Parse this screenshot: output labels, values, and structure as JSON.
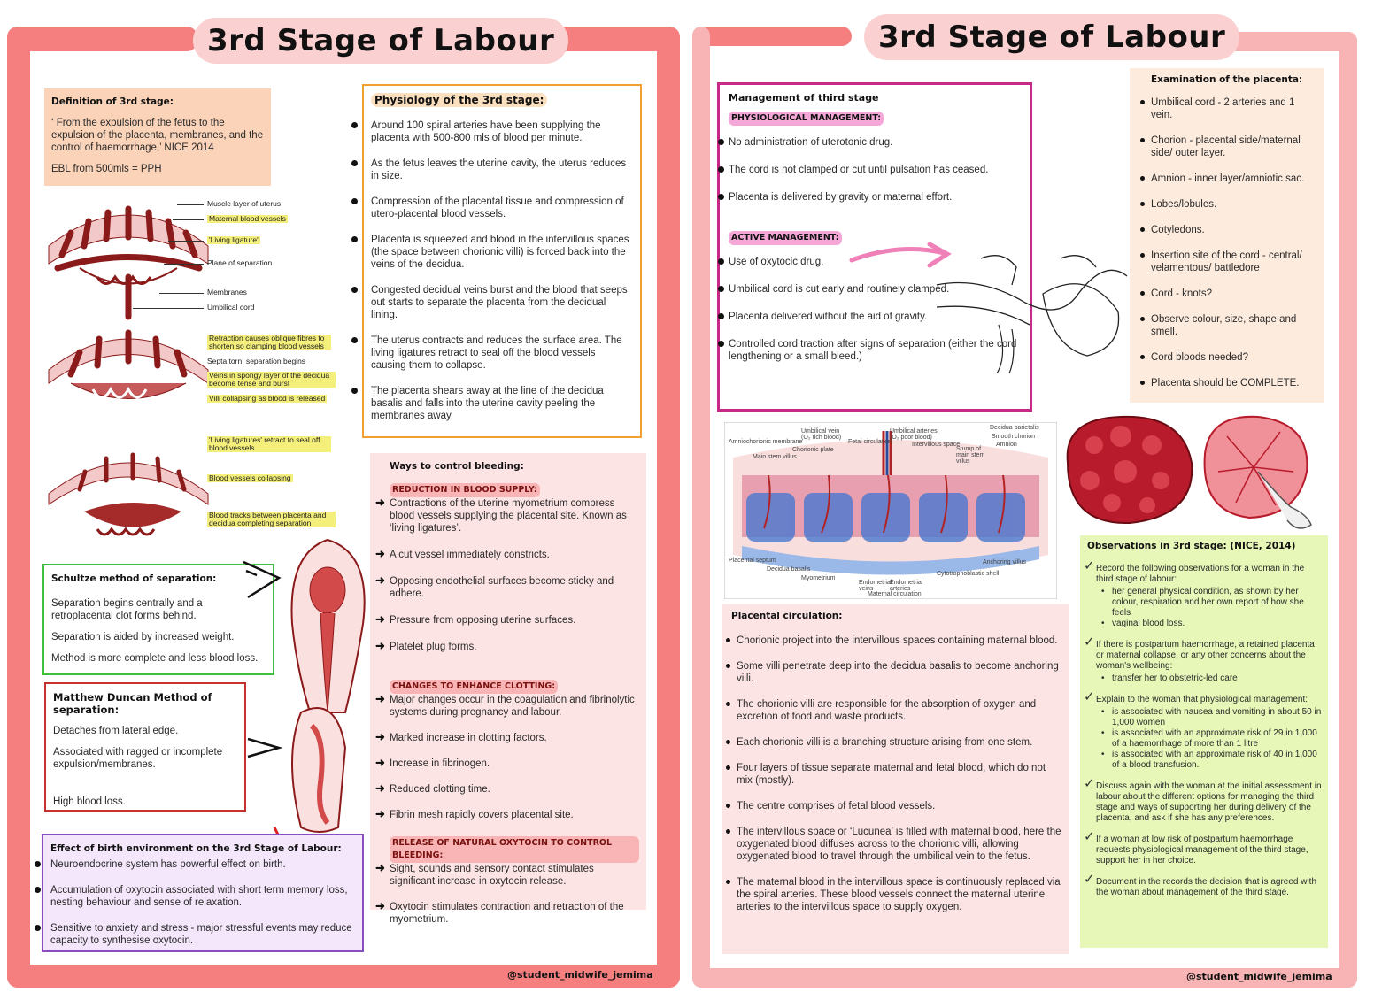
{
  "left": {
    "title": "3rd Stage of Labour",
    "definition": {
      "heading": "Definition of 3rd stage:",
      "quote": "‘ From the expulsion of the fetus to the expulsion of the placenta, membranes,  and the control of haemorrhage.’ NICE 2014",
      "ebl": "EBL from 500mls = PPH"
    },
    "diagram_labels": {
      "muscle": "Muscle layer of uterus",
      "maternal": "Maternal blood vessels",
      "living": "'Living ligature'",
      "plane": "Plane of separation",
      "membranes": "Membranes",
      "cord": "Umbilical cord",
      "retraction": "Retraction causes oblique fibres to shorten so clamping blood vessels",
      "septa": "Septa torn, separation begins",
      "veins": "Veins in spongy layer of the decidua become tense and burst",
      "villi": "Villi collapsing as blood is released",
      "ligatures_retract": "'Living ligatures' retract to seal off blood vessels",
      "collapsing": "Blood vessels collapsing",
      "tracks": "Blood tracks between placenta and decidua completing separation"
    },
    "physiology": {
      "heading": "Physiology of the 3rd stage:",
      "items": [
        "Around 100 spiral arteries have been supplying the placenta with 500-800 mls of blood per minute.",
        "As the fetus leaves the uterine cavity, the uterus reduces in size.",
        "Compression of the placental tissue and compression of utero-placental blood vessels.",
        "Placenta is squeezed and blood in the intervillous spaces (the space between chorionic villi) is forced back into the veins of the decidua.",
        "Congested decidual veins burst and the blood that seeps out starts to separate the placenta from the decidual lining.",
        "The uterus contracts and reduces the surface area. The living ligatures retract to seal off the blood vessels causing them to collapse.",
        "The placenta shears away at the line of the decidua basalis and falls into the uterine cavity peeling the membranes away."
      ]
    },
    "schultze": {
      "heading": "Schultze method of separation:",
      "items": [
        "Separation begins centrally and a retroplacental clot forms behind.",
        "Separation is aided by increased weight.",
        "Method is more complete and less blood loss."
      ]
    },
    "duncan": {
      "heading": "Matthew Duncan Method of separation:",
      "items": [
        "Detaches from lateral edge.",
        "Associated with ragged or incomplete expulsion/membranes.",
        "High blood loss."
      ]
    },
    "environment": {
      "heading": "Effect of birth environment on the 3rd Stage of Labour:",
      "items": [
        "Neuroendocrine system has powerful effect on birth.",
        "Accumulation of oxytocin associated with short term memory loss, nesting behaviour and sense of relaxation.",
        "Sensitive to anxiety and stress - major stressful events may reduce capacity to synthesise oxytocin."
      ]
    },
    "bleeding": {
      "heading": "Ways to control bleeding:",
      "reduction_heading": "REDUCTION IN BLOOD SUPPLY:",
      "reduction_items": [
        "Contractions of the uterine myometrium compress blood vessels supplying the placental site. Known as ‘living ligatures’.",
        "A cut vessel immediately constricts.",
        "Opposing endothelial surfaces become sticky and adhere.",
        "Pressure from opposing uterine surfaces.",
        "Platelet plug forms."
      ],
      "clotting_heading": "CHANGES TO ENHANCE CLOTTING:",
      "clotting_items": [
        "Major changes occur in the coagulation and fibrinolytic systems during pregnancy and labour.",
        "Marked increase in clotting factors.",
        "Increase in fibrinogen.",
        "Reduced clotting time.",
        "Fibrin mesh rapidly covers placental site."
      ],
      "oxytocin_heading": "RELEASE OF NATURAL OXYTOCIN TO CONTROL BLEEDING:",
      "oxytocin_items": [
        "Sight, sounds and sensory contact stimulates significant increase in oxytocin release.",
        "Oxytocin stimulates contraction and retraction of the myometrium."
      ]
    },
    "handle": "@student_midwife_jemima"
  },
  "right": {
    "title": "3rd Stage of Labour",
    "management": {
      "heading": "Management of third stage",
      "physio_heading": "PHYSIOLOGICAL MANAGEMENT:",
      "physio_items": [
        "No administration of uterotonic drug.",
        "The cord is not clamped or cut until pulsation has ceased.",
        "Placenta is delivered by gravity or maternal effort."
      ],
      "active_heading": "ACTIVE MANAGEMENT:",
      "active_items": [
        "Use of oxytocic drug.",
        "Umbilical cord is cut early and routinely clamped.",
        "Placenta delivered without the aid of gravity.",
        "Controlled cord traction after signs of separation (either the cord lengthening or a small bleed.)"
      ]
    },
    "examination": {
      "heading": "Examination of the placenta:",
      "items": [
        "Umbilical cord - 2 arteries and 1 vein.",
        "Chorion - placental side/maternal side/ outer layer.",
        "Amnion - inner layer/amniotic sac.",
        "Lobes/lobules.",
        "Cotyledons.",
        "Insertion site of the cord - central/ velamentous/ battledore",
        "Cord - knots?",
        "Observe colour, size, shape and smell.",
        "Cord bloods needed?",
        "Placenta should be COMPLETE."
      ]
    },
    "circ_diagram_labels": {
      "amniochorionic": "Amniochorionic membrane",
      "stem_villus": "Main stem villus",
      "chorionic_plate": "Chorionic plate",
      "umb_vein": "Umbilical vein (O₂ rich blood)",
      "fetal_circ": "Fetal circulation",
      "umb_arteries": "Umbilical arteries (O₂ poor blood)",
      "intervillous": "Intervillous space",
      "decidua_parietalis": "Decidua parietalis",
      "smooth_chorion": "Smooth chorion",
      "amnion": "Amnion",
      "stump": "Stump of main stem villus",
      "placental_septum": "Placental septum",
      "decidua_basalis": "Decidua basalis",
      "myometrium": "Myometrium",
      "endometrial_veins": "Endometrial veins",
      "endometrial_arteries": "Endometrial arteries",
      "cytotrophoblastic": "Cytotrophoblastic shell",
      "anchoring": "Anchoring villus",
      "maternal_circ": "Maternal circulation"
    },
    "circulation": {
      "heading": "Placental circulation:",
      "items": [
        "Chorionic project into the intervillous spaces containing maternal blood.",
        "Some villi penetrate deep into the decidua basalis to become anchoring villi.",
        "The chorionic villi are responsible for the absorption of oxygen and excretion of food and waste products.",
        "Each chorionic villi is a branching structure arising from one stem.",
        "Four layers of tissue separate maternal and fetal blood, which do not mix (mostly).",
        "The centre comprises of fetal blood vessels.",
        "The intervillous space or ‘Lucunea’ is filled with maternal blood, here the oxygenated blood diffuses across to the chorionic villi, allowing oxygenated blood to travel through the umbilical vein to the fetus.",
        "The maternal blood in the intervillous space is continuously replaced via the spiral arteries. These blood vessels connect the maternal uterine arteries to the intervillous space to supply oxygen."
      ]
    },
    "observations": {
      "heading": "Observations in 3rd stage: (NICE, 2014)",
      "items": [
        {
          "text": "Record the following observations for a woman in the third stage of labour:",
          "subs": [
            "her general physical condition, as shown by her colour, respiration and her own report of how she feels",
            "vaginal blood loss."
          ]
        },
        {
          "text": "If there is postpartum haemorrhage, a retained placenta or maternal collapse, or any other concerns about the woman's wellbeing:",
          "subs": [
            "transfer her to obstetric-led care"
          ]
        },
        {
          "text": "Explain to the woman that physiological management:",
          "subs": [
            "is associated with nausea and vomiting in about 50 in 1,000 women",
            "is associated with an approximate risk of 29 in 1,000 of a haemorrhage of more than 1 litre",
            "is associated with an approximate risk of 40 in 1,000 of a blood transfusion."
          ]
        },
        {
          "text": "Discuss again with the woman at the initial assessment in labour about the different options for managing the third stage and ways of supporting her during delivery of the placenta, and ask if she has any preferences.",
          "subs": []
        },
        {
          "text": "If a woman at low risk of postpartum haemorrhage requests physiological management of the third stage, support her in her choice.",
          "subs": []
        },
        {
          "text": "Document in the records the decision that is agreed with the woman about management of the third stage.",
          "subs": []
        }
      ]
    },
    "handle": "@student_midwife_jemima"
  },
  "colors": {
    "frame": "#f57f7f",
    "title_bg": "#fbd0d0",
    "definition_bg": "#fbd3b8",
    "physiology_border": "#f0a030",
    "schultze_border": "#3fbf3f",
    "duncan_border": "#c83030",
    "environment_border": "#8a4fbf",
    "environment_bg": "#f4e6fb",
    "bleeding_bg": "#fde4e4",
    "management_border": "#c8288a",
    "examination_bg": "#fdebdd",
    "observations_bg": "#e6f7b8",
    "circulation_bg": "#fde4e4"
  }
}
